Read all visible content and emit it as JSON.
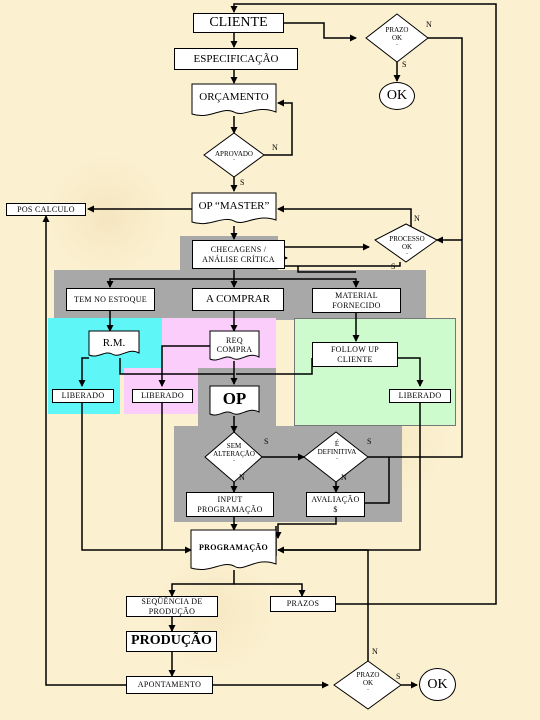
{
  "nodes": {
    "cliente": "CLIENTE",
    "especificacao": "ESPECIFICAÇÃO",
    "orcamento": "ORÇAMENTO",
    "aprovado": "APROVADO\n`",
    "op_master": "OP “MASTER”",
    "poscalculo": "POS CALCULO",
    "checagens": "CHECAGENS /\nANÁLISE CRÍTICA",
    "processo_ok": "PROCESSO\nOK\n`",
    "tem_no_estoque": "TEM NO ESTOQUE",
    "a_comprar": "A COMPRAR",
    "material_fornecido": "MATERIAL\nFORNECIDO",
    "rm": "R.M.",
    "req_compra": "REQ\nCOMPRA",
    "follow_up": "FOLLOW UP\nCLIENTE",
    "liberado_1": "LIBERADO",
    "liberado_2": "LIBERADO",
    "liberado_3": "LIBERADO",
    "op": "OP",
    "sem_alteracao": "SEM\nALTERAÇÃO\n`",
    "e_definitiva": "É\nDEFINITIVA\n`",
    "input_programacao": "INPUT\nPROGRAMAÇÃO",
    "avaliacao": "AVALIAÇÃO\n$",
    "programacao": "PROGRAMAÇÃO",
    "sequencia": "SEQÜÊNCIA DE\nPRODUÇÃO",
    "prazos": "PRAZOS",
    "producao": "PRODUÇÃO",
    "apontamento": "APONTAMENTO",
    "prazo_ok_top": "PRAZO\nOK\n`",
    "prazo_ok_bottom": "PRAZO\nOK\n`",
    "ok_top": "OK",
    "ok_bottom": "OK"
  },
  "branch_labels": {
    "prazo_top_n": "N",
    "prazo_top_s": "S",
    "aprovado_n": "N",
    "aprovado_s": "S",
    "processo_n": "N",
    "processo_s": "S",
    "sem_alt_s": "S",
    "sem_alt_n": "N",
    "e_def_s": "S",
    "e_def_n": "N",
    "prazo_bottom_n": "N",
    "prazo_bottom_s": "S"
  },
  "colors": {
    "background": "#fbf0cf",
    "gray_region": "#a8a8a8",
    "cyan_region": "#5ef6f6",
    "pink_region": "#fbcdfb",
    "green_region": "#cdfbcd"
  }
}
